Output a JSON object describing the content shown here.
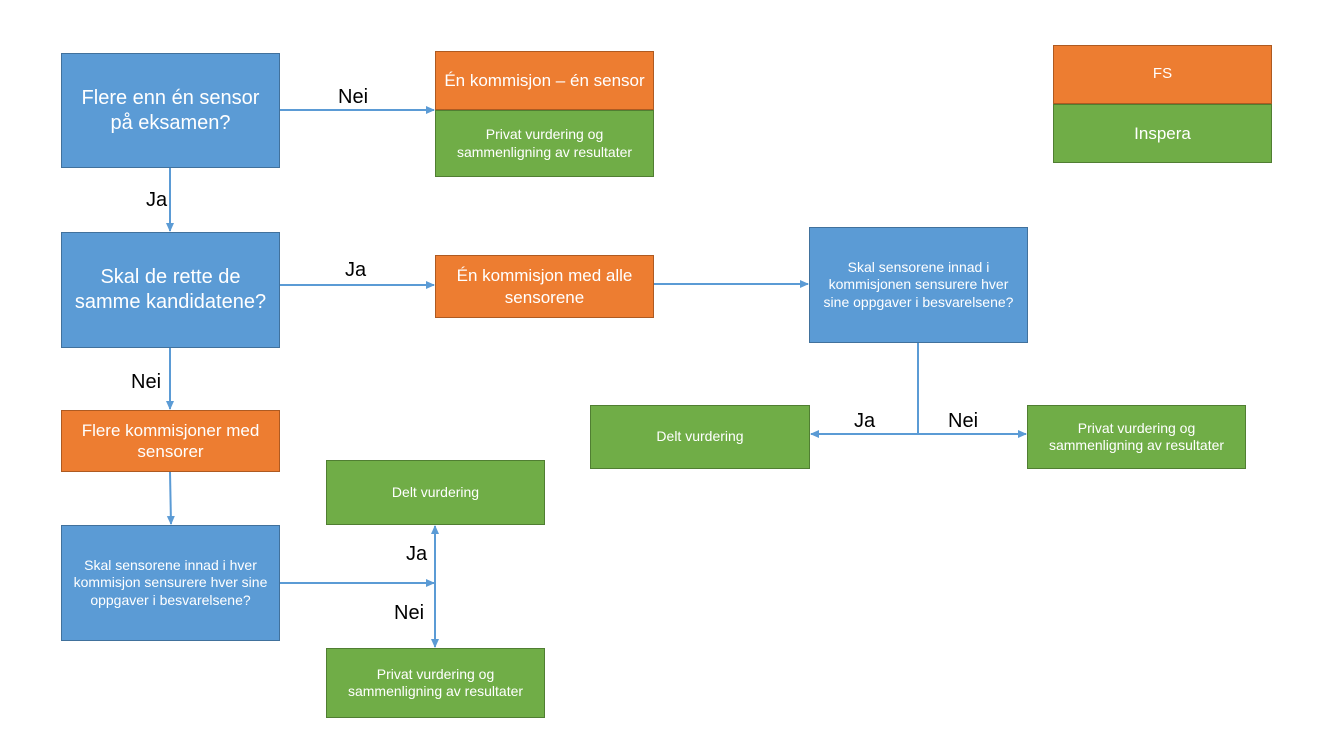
{
  "decisions": {
    "q1": "Flere enn én sensor på eksamen?",
    "q2": "Skal de rette de samme kandidatene?",
    "q3": "Skal sensorene innad i kommisjonen sensurere hver sine oppgaver i besvarelsene?",
    "q4": "Skal sensorene innad i hver kommisjon sensurere hver sine oppgaver i besvarelsene?"
  },
  "outcomes": {
    "one_commission_one_sensor": "Én kommisjon – én sensor",
    "private_top": "Privat vurdering og sammenligning av resultater",
    "one_commission_all": "Én kommisjon med alle sensorene",
    "multiple_commissions": "Flere kommisjoner med sensorer",
    "shared_right": "Delt vurdering",
    "private_right": "Privat vurdering og sammenligning av resultater",
    "shared_bottom": "Delt vurdering",
    "private_bottom": "Privat vurdering og sammenligning av resultater"
  },
  "edge_labels": {
    "q1_no": "Nei",
    "q1_yes": "Ja",
    "q2_yes": "Ja",
    "q2_no": "Nei",
    "q3_yes": "Ja",
    "q3_no": "Nei",
    "q4_yes": "Ja",
    "q4_no": "Nei"
  },
  "legend": {
    "fs": "FS",
    "inspera": "Inspera"
  },
  "colors": {
    "decision": "#5b9bd5",
    "fs": "#ed7d31",
    "inspera": "#70ad47",
    "connector": "#5b9bd5"
  }
}
